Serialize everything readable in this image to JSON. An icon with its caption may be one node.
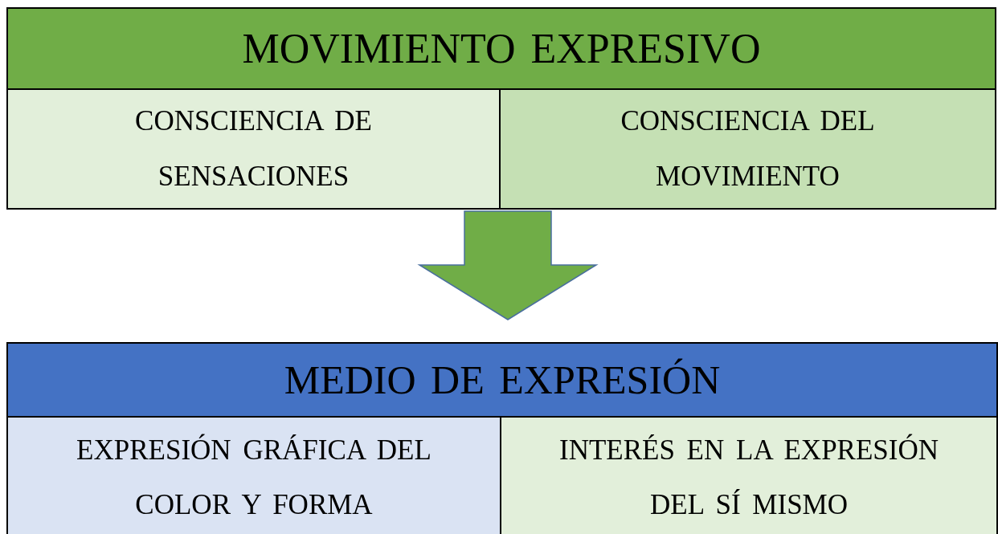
{
  "diagram": {
    "nodes": [
      {
        "text": [],
        "shape": "box"
      },
      {
        "text": [
          "MOVIMIENTO EXPRESIVO"
        ],
        "in": 0
      },
      {
        "text": [
          "CONSCIENCIA DE SENSACIONES"
        ],
        "in": 0
      },
      {
        "text": [
          "CONSCIENCIA DEL MOVIMIENTO"
        ],
        "in": 0
      },
      {
        "text": [],
        "shape": "box"
      },
      {
        "text": [
          "MEDIO DE EXPRESIÓN"
        ],
        "in": 4
      },
      {
        "text": [
          "EXPRESIÓN GRÁFICA DEL COLOR Y FORMA"
        ],
        "in": 4
      },
      {
        "text": [
          "INTERÉS EN LA EXPRESIÓN DEL SÍ MISMO"
        ],
        "in": 4
      }
    ],
    "edges": [
      {
        "from": 0,
        "to": 4,
        "arrow": "to",
        "style": "thick"
      }
    ]
  }
}
